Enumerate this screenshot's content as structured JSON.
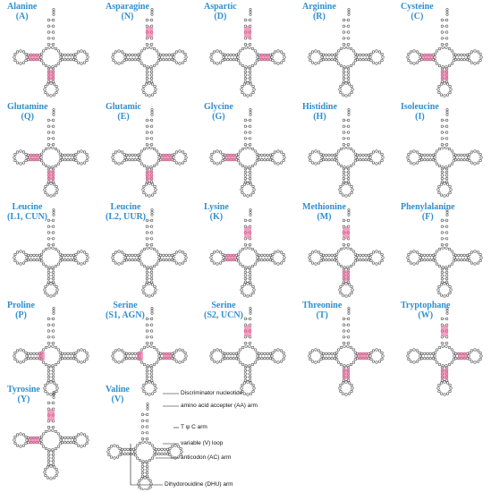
{
  "panels": [
    {
      "name": "Alanine",
      "code": "(A)"
    },
    {
      "name": "Asparagine",
      "code": "(N)"
    },
    {
      "name": "Aspartic",
      "code": "(D)"
    },
    {
      "name": "Arginine",
      "code": "(R)"
    },
    {
      "name": "Cysteine",
      "code": "(C)"
    },
    {
      "name": "Glutamine",
      "code": "(Q)"
    },
    {
      "name": "Glutamic",
      "code": "(E)"
    },
    {
      "name": "Glycine",
      "code": "(G)"
    },
    {
      "name": "Histidine",
      "code": "(H)"
    },
    {
      "name": "Isoleucine",
      "code": "(I)"
    },
    {
      "name": "Leucine",
      "code": "(L1, CUN)"
    },
    {
      "name": "Leucine",
      "code": "(L2, UUR)"
    },
    {
      "name": "Lysine",
      "code": "(K)"
    },
    {
      "name": "Methionine",
      "code": "(M)"
    },
    {
      "name": "Phenylalanine",
      "code": "(F)"
    },
    {
      "name": "Proline",
      "code": "(P)"
    },
    {
      "name": "Serine",
      "code": "(S1, AGN)"
    },
    {
      "name": "Serine",
      "code": "(S2, UCN)"
    },
    {
      "name": "Threonine",
      "code": "(T)"
    },
    {
      "name": "Tryptophane",
      "code": "(W)"
    },
    {
      "name": "Tyrosine",
      "code": "(Y)"
    },
    {
      "name": "Valine",
      "code": "(V)"
    }
  ],
  "legend": {
    "discriminator": "Discriminator nucleotide",
    "aa_arm": "amino acid accepter (AA) arm",
    "tpsic_arm": "T ψ C arm",
    "v_loop": "variable (V) loop",
    "ac_arm": "anticodon (AC) arm",
    "dhu_arm": "Dihydorouidine (DHU) arm"
  },
  "colors": {
    "title": "#2f8fd0",
    "structure": "#555555",
    "mismatch_highlight": "#f06aa0"
  }
}
